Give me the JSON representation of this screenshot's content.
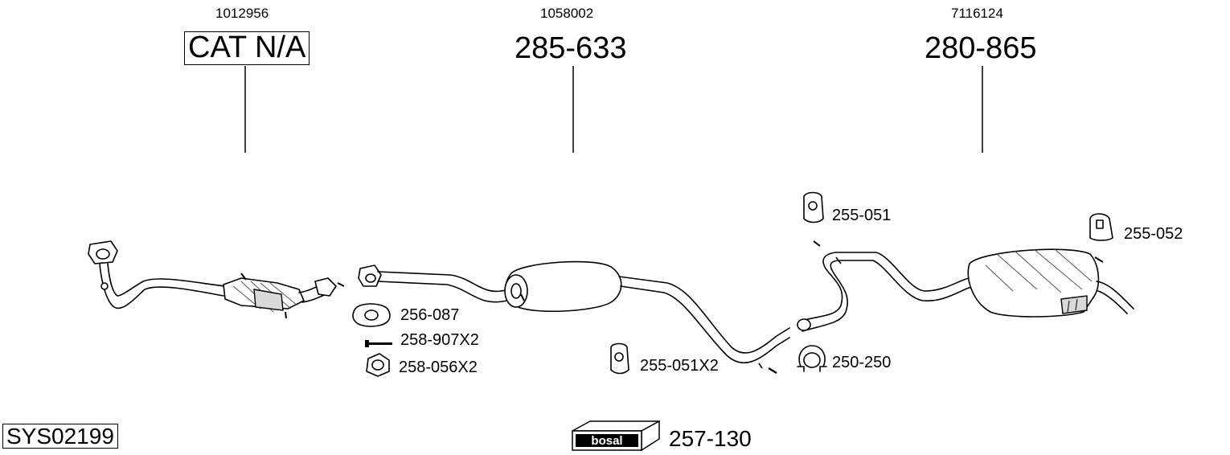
{
  "header_refs": [
    {
      "ref": "1012956",
      "part": "CAT N/A"
    },
    {
      "ref": "1058002",
      "part": "285-633"
    },
    {
      "ref": "7116124",
      "part": "280-865"
    }
  ],
  "small_parts": {
    "gasket": "256-087",
    "bolt": "258-907X2",
    "nut": "258-056X2",
    "hanger_mid": "255-051X2",
    "hanger_rear_pipe": "255-051",
    "hanger_rear_box": "255-052",
    "clamp": "250-250",
    "mounting_kit": "257-130"
  },
  "system_code": "SYS02199",
  "brand": "bosal"
}
